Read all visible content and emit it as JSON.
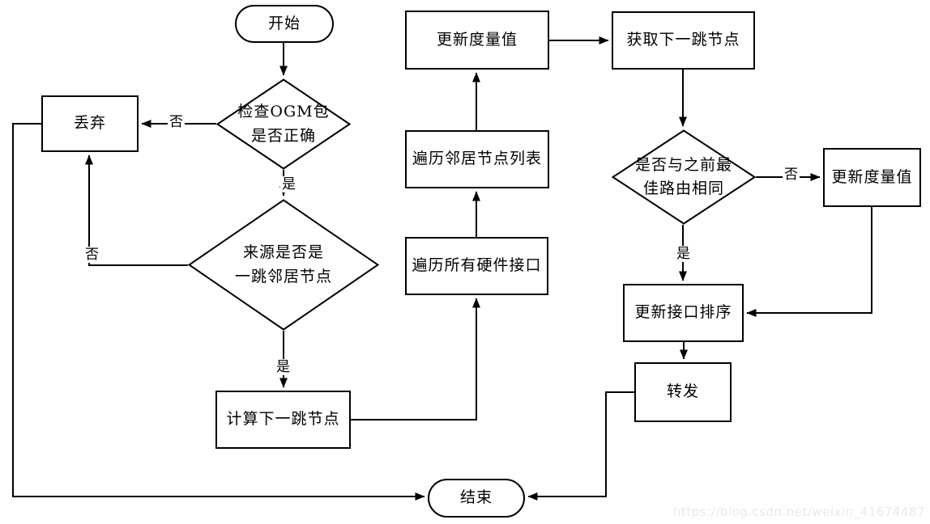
{
  "title": "OGM packet processing flowchart",
  "colors": {
    "stroke": "#000000",
    "node_fill": "#ffffff",
    "background": "#ffffff",
    "watermark": "#e9e9e9"
  },
  "nodes": {
    "start": {
      "label": "开始",
      "shape": "stadium"
    },
    "check_ogm": {
      "label": "检查OGM包\n是否正确",
      "shape": "diamond"
    },
    "discard": {
      "label": "丢弃",
      "shape": "rect"
    },
    "source_neighbor": {
      "label": "来源是否是\n一跳邻居节点",
      "shape": "diamond"
    },
    "calc_next_hop": {
      "label": "计算下一跳节点",
      "shape": "rect"
    },
    "iterate_interfaces": {
      "label": "遍历所有硬件接口",
      "shape": "rect"
    },
    "iterate_neighbors": {
      "label": "遍历邻居节点列表",
      "shape": "rect"
    },
    "update_metric_top": {
      "label": "更新度量值",
      "shape": "rect"
    },
    "get_next_hop": {
      "label": "获取下一跳节点",
      "shape": "rect"
    },
    "same_best_route": {
      "label": "是否与之前最\n佳路由相同",
      "shape": "diamond"
    },
    "update_metric_right": {
      "label": "更新度量值",
      "shape": "rect"
    },
    "update_interface_order": {
      "label": "更新接口排序",
      "shape": "rect"
    },
    "forward": {
      "label": "转发",
      "shape": "rect"
    },
    "end": {
      "label": "结束",
      "shape": "stadium"
    }
  },
  "edge_labels": {
    "ogm_no": "否",
    "ogm_yes": "是",
    "neighbor_no": "否",
    "neighbor_yes": "是",
    "route_no": "否",
    "route_yes": "是"
  },
  "watermark": "https://blog.csdn.net/weixin_41674487"
}
